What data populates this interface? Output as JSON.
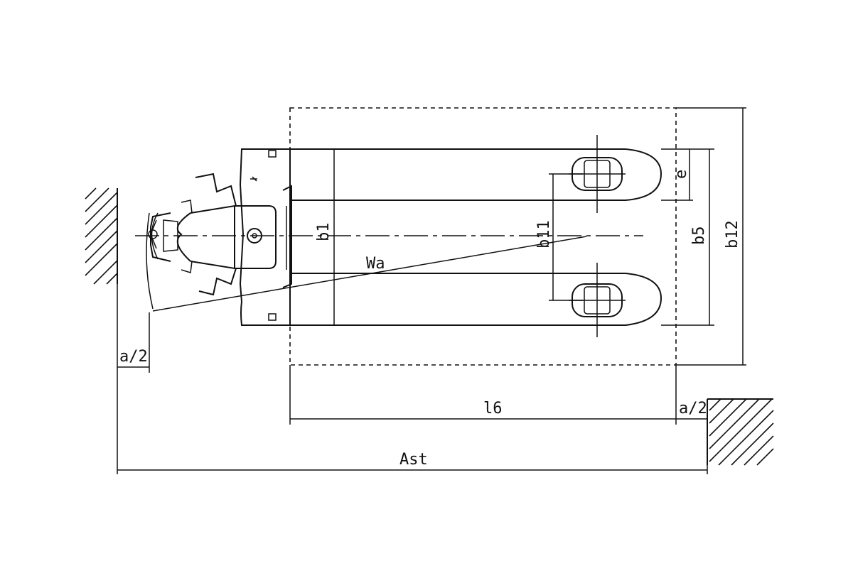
{
  "labels": {
    "wa": "Wa",
    "b1": "b1",
    "b11": "b11",
    "b5": "b5",
    "b12": "b12",
    "e": "e",
    "l6": "l6",
    "a2_left": "a/2",
    "a2_right": "a/2",
    "ast": "Ast"
  }
}
